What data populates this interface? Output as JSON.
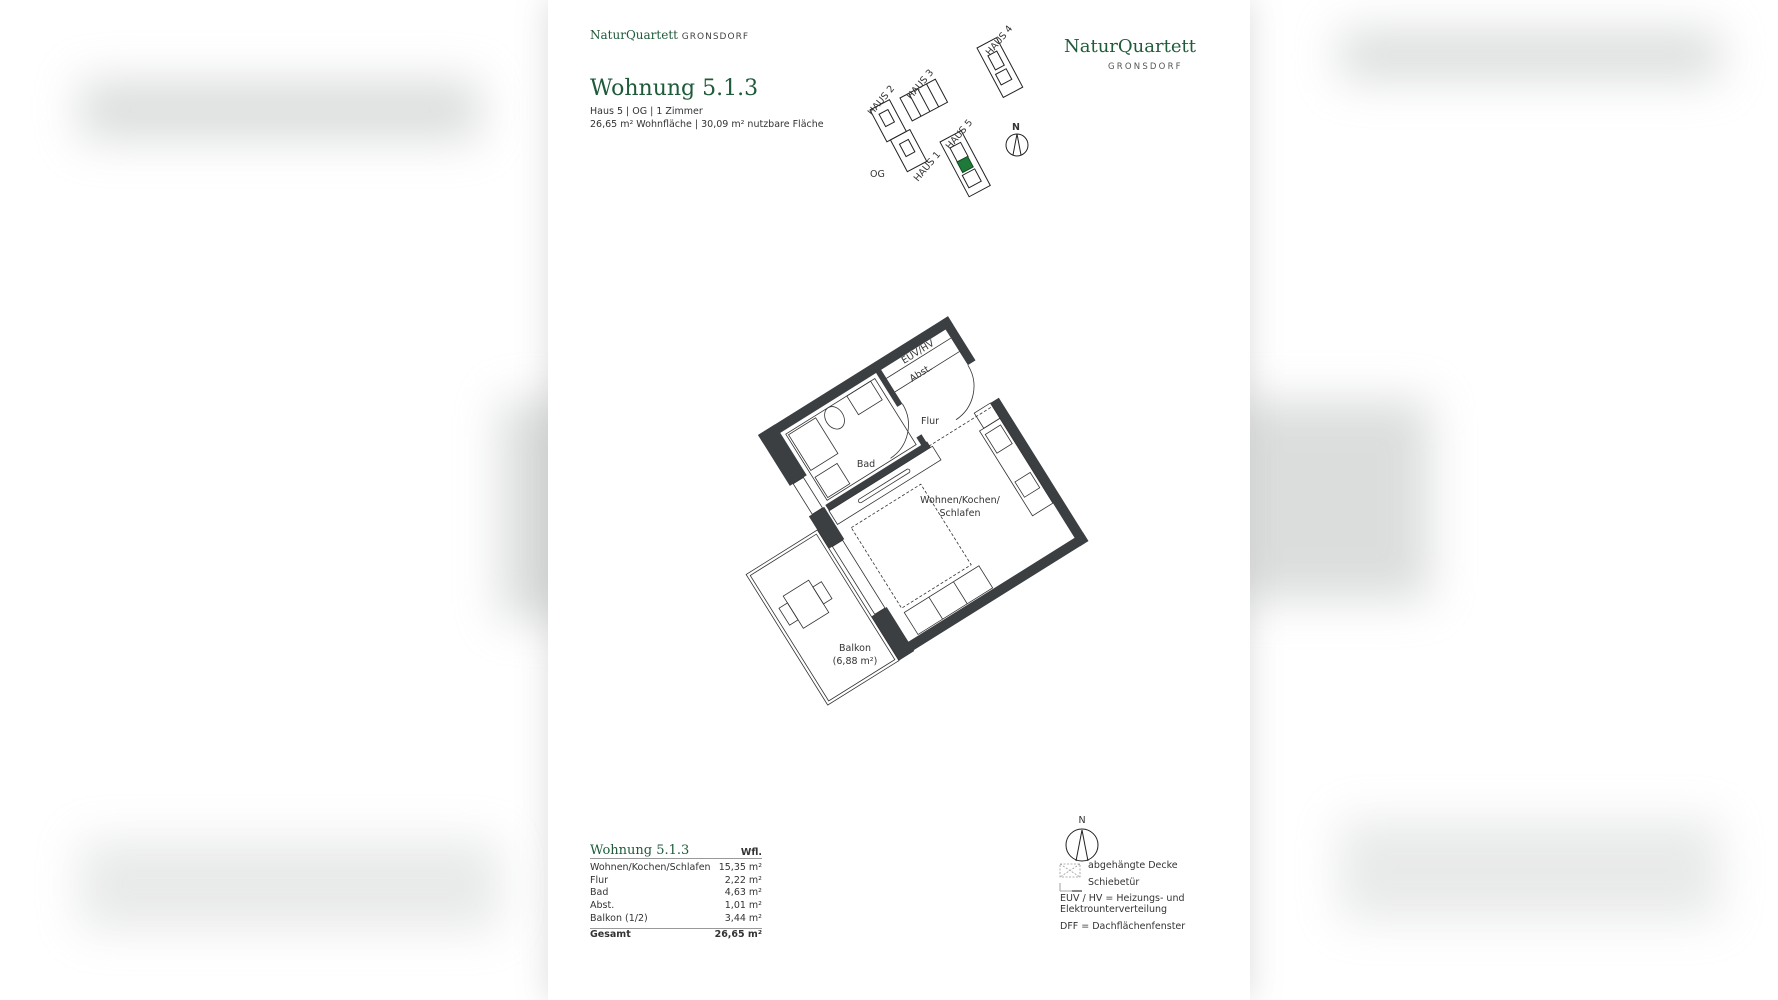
{
  "header": {
    "small_logo_brand": "NaturQuartett",
    "small_logo_place": "GRONSDORF",
    "title": "Wohnung 5.1.3",
    "subtitle_line1": "Haus 5 | OG | 1 Zimmer",
    "subtitle_line2": "26,65 m² Wohnfläche | 30,09 m² nutzbare Fläche",
    "logo_brand": "NaturQuartett",
    "logo_place": "GRONSDORF"
  },
  "site_plan": {
    "houses": [
      "HAUS 1",
      "HAUS 2",
      "HAUS 3",
      "HAUS 4",
      "HAUS 5"
    ],
    "floor_label": "OG",
    "north_label": "N",
    "highlight_color": "#1f7a3a"
  },
  "floor_plan": {
    "rooms": {
      "euv": "EUV/HV",
      "abst": "Abst.",
      "flur": "Flur",
      "bad": "Bad",
      "wohnen_line1": "Wohnen/Kochen/",
      "wohnen_line2": "Schlafen",
      "balkon_line1": "Balkon",
      "balkon_line2": "(6,88 m²)"
    },
    "wall_color": "#3b3f42"
  },
  "area_table": {
    "title": "Wohnung 5.1.3",
    "column": "Wfl.",
    "rows": [
      {
        "room": "Wohnen/Kochen/Schlafen",
        "area": "15,35 m²"
      },
      {
        "room": "Flur",
        "area": "2,22 m²"
      },
      {
        "room": "Bad",
        "area": "4,63 m²"
      },
      {
        "room": "Abst.",
        "area": "1,01 m²"
      },
      {
        "room": "Balkon (1/2)",
        "area": "3,44 m²"
      }
    ],
    "total_label": "Gesamt",
    "total_area": "26,65 m²"
  },
  "legend": {
    "north_label": "N",
    "items": [
      "abgehängte Decke",
      "Schiebetür"
    ],
    "euv_line1": "EUV / HV = Heizungs- und",
    "euv_line2": "Elektrounterverteilung",
    "dff": "DFF = Dachflächenfenster"
  },
  "colors": {
    "brand_green": "#1f5a3a"
  }
}
